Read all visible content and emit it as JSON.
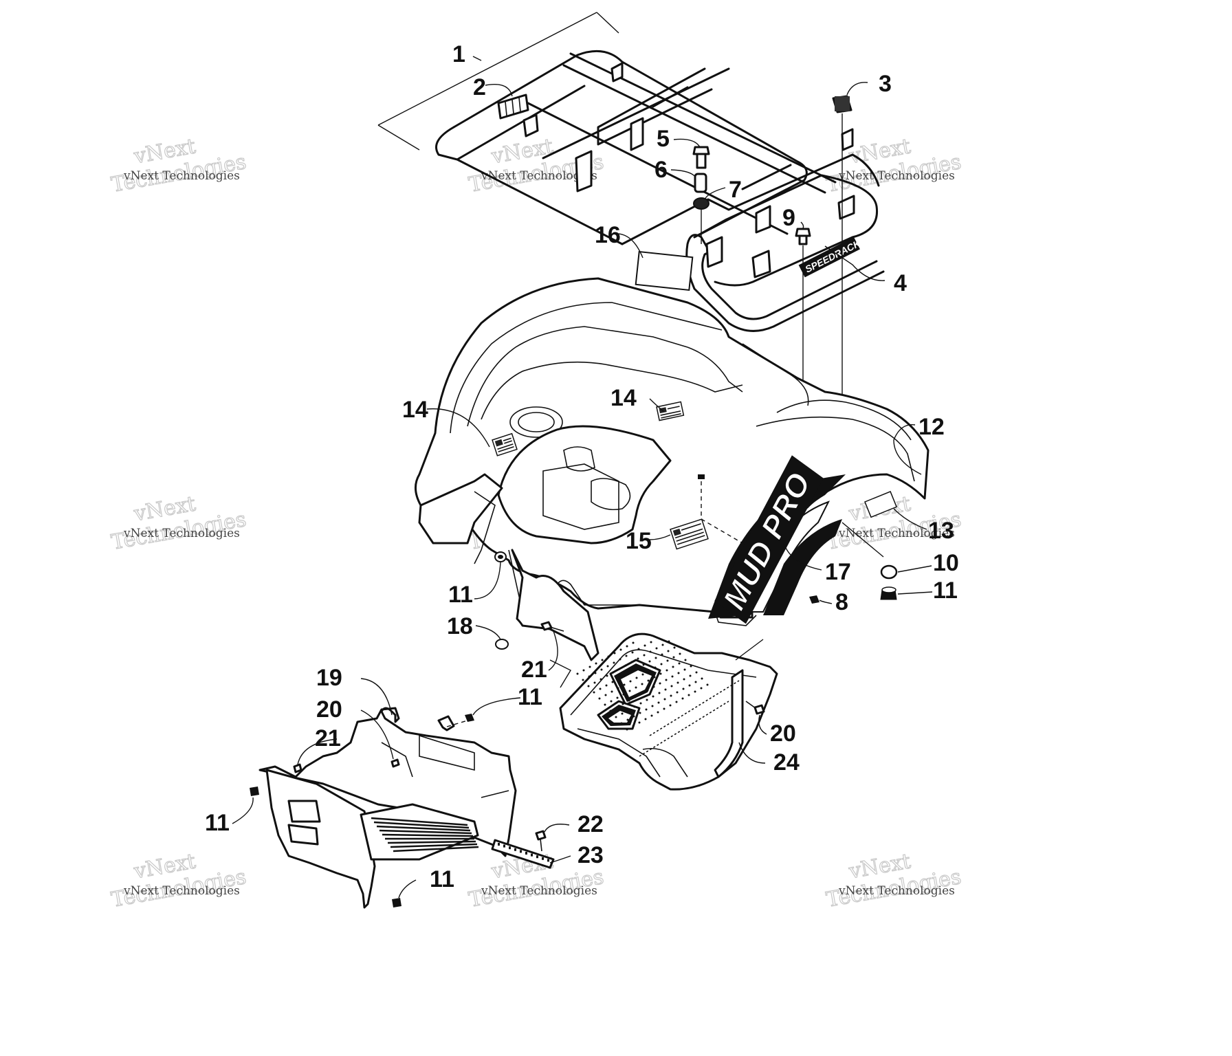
{
  "diagram": {
    "callouts": [
      {
        "id": "c1",
        "label": "1"
      },
      {
        "id": "c2",
        "label": "2"
      },
      {
        "id": "c3",
        "label": "3"
      },
      {
        "id": "c4",
        "label": "4"
      },
      {
        "id": "c5",
        "label": "5"
      },
      {
        "id": "c6",
        "label": "6"
      },
      {
        "id": "c7",
        "label": "7"
      },
      {
        "id": "c8",
        "label": "8"
      },
      {
        "id": "c9",
        "label": "9"
      },
      {
        "id": "c10",
        "label": "10"
      },
      {
        "id": "c11a",
        "label": "11"
      },
      {
        "id": "c11b",
        "label": "11"
      },
      {
        "id": "c11c",
        "label": "11"
      },
      {
        "id": "c11d",
        "label": "11"
      },
      {
        "id": "c11e",
        "label": "11"
      },
      {
        "id": "c12",
        "label": "12"
      },
      {
        "id": "c13",
        "label": "13"
      },
      {
        "id": "c14a",
        "label": "14"
      },
      {
        "id": "c14b",
        "label": "14"
      },
      {
        "id": "c15",
        "label": "15"
      },
      {
        "id": "c16",
        "label": "16"
      },
      {
        "id": "c17",
        "label": "17"
      },
      {
        "id": "c18",
        "label": "18"
      },
      {
        "id": "c19",
        "label": "19"
      },
      {
        "id": "c20a",
        "label": "20"
      },
      {
        "id": "c20b",
        "label": "20"
      },
      {
        "id": "c21a",
        "label": "21"
      },
      {
        "id": "c21b",
        "label": "21"
      },
      {
        "id": "c22",
        "label": "22"
      },
      {
        "id": "c23",
        "label": "23"
      },
      {
        "id": "c24",
        "label": "24"
      }
    ],
    "decals": {
      "rack_logo": "SPEEDRACK",
      "fender_logo": "MUD PRO"
    },
    "watermark": {
      "line1": "vNext Technologies",
      "line2": "Technologies",
      "line3": "vNext"
    }
  }
}
